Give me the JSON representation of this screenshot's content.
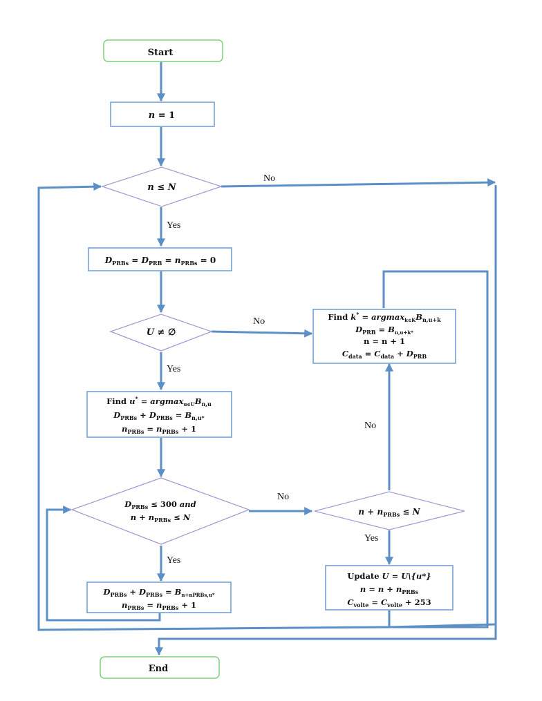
{
  "nodes": {
    "start": {
      "label": "Start"
    },
    "end": {
      "label": "End"
    },
    "init": {
      "n": "n",
      "eq": " = 1"
    },
    "loop_check": {
      "n": "n",
      "le": " ≤ ",
      "N": "N"
    },
    "reset": {
      "D": "D",
      "prbs": "PRBs",
      "eq1": " = ",
      "prb": "PRB",
      "eq2": " = ",
      "n": "n",
      "eq3": " = 0"
    },
    "u_check": {
      "U": "U",
      "ne": " ≠ ∅"
    },
    "find_u": {
      "line1_prefix": "Find ",
      "u": "u",
      "star": "*",
      "line1_mid": " = ",
      "argmax": "argmax",
      "argmax_sub": "u∈U",
      "B": "B",
      "B_sub": "n,u",
      "line2_D": "D",
      "line2_sub1": "PRBs",
      "line2_plus": " + ",
      "line2_sub2": "PRBs",
      "line2_eq": " = ",
      "line2_B": "B",
      "line2_Bsub": "n,u*",
      "line3_n": "n",
      "line3_sub": "PRBs",
      "line3_eq": " = ",
      "line3_n2": "n",
      "line3_sub2": "PRBs",
      "line3_end": " + 1"
    },
    "cond_300": {
      "D": "D",
      "sub": "PRBs",
      "rest1": " ≤ 300 ",
      "and": "and",
      "n": "n",
      "plus": " + ",
      "n2": "n",
      "sub2": "PRBs",
      "le": " ≤ ",
      "N": "N"
    },
    "update_loop": {
      "D": "D",
      "sub1": "PRBs",
      "plus": " + ",
      "sub2": "PRBs",
      "eq": " = ",
      "B": "B",
      "Bsub": "n+nPRBs,u*",
      "n": "n",
      "sub3": "PRBs",
      "eq2": " = ",
      "sub4": "PRBs",
      "end": " + 1"
    },
    "find_k": {
      "prefix": "Find ",
      "k": "k",
      "star": "*",
      "mid": " = ",
      "argmax": "argmax",
      "argmax_sub": "k∈K",
      "B": "B",
      "Bsub": "n,u+k",
      "l2_D": "D",
      "l2_sub": "PRB",
      "l2_eq": " = ",
      "l2_B": "B",
      "l2_Bsub": "n,u+k*",
      "l3": "n = n + 1",
      "l4_C": "C",
      "l4_sub": "data",
      "l4_eq": " = ",
      "l4_C2": "C",
      "l4_sub2": "data",
      "l4_plus": " + ",
      "l4_D": "D",
      "l4_sub3": "PRB"
    },
    "cond_nprbs": {
      "n": "n",
      "plus": " + ",
      "n2": "n",
      "sub": "PRBs",
      "le": " ≤ ",
      "N": "N"
    },
    "update_u": {
      "prefix": "Update ",
      "U": "U",
      "eq": " = ",
      "U2": "U",
      "rest": "\\{u*}",
      "l2_n": "n",
      "l2_eq": " = ",
      "l2_n2": "n",
      "l2_plus": " + ",
      "l2_n3": "n",
      "l2_sub": "PRBs",
      "l3_C": "C",
      "l3_sub": "volte",
      "l3_eq": " = ",
      "l3_C2": "C",
      "l3_sub2": "volte",
      "l3_end": " + 253"
    }
  },
  "edge_labels": {
    "loop_no": "No",
    "loop_yes": "Yes",
    "u_no": "No",
    "u_yes": "Yes",
    "cond300_no": "No",
    "cond300_yes": "Yes",
    "nprbs_no": "No",
    "nprbs_yes": "Yes"
  },
  "colors": {
    "flow_line": "#5b8fc7",
    "box_border": "#6b9bd1",
    "terminal_border": "#7ccf7c",
    "diamond_border": "#a59bd6"
  }
}
